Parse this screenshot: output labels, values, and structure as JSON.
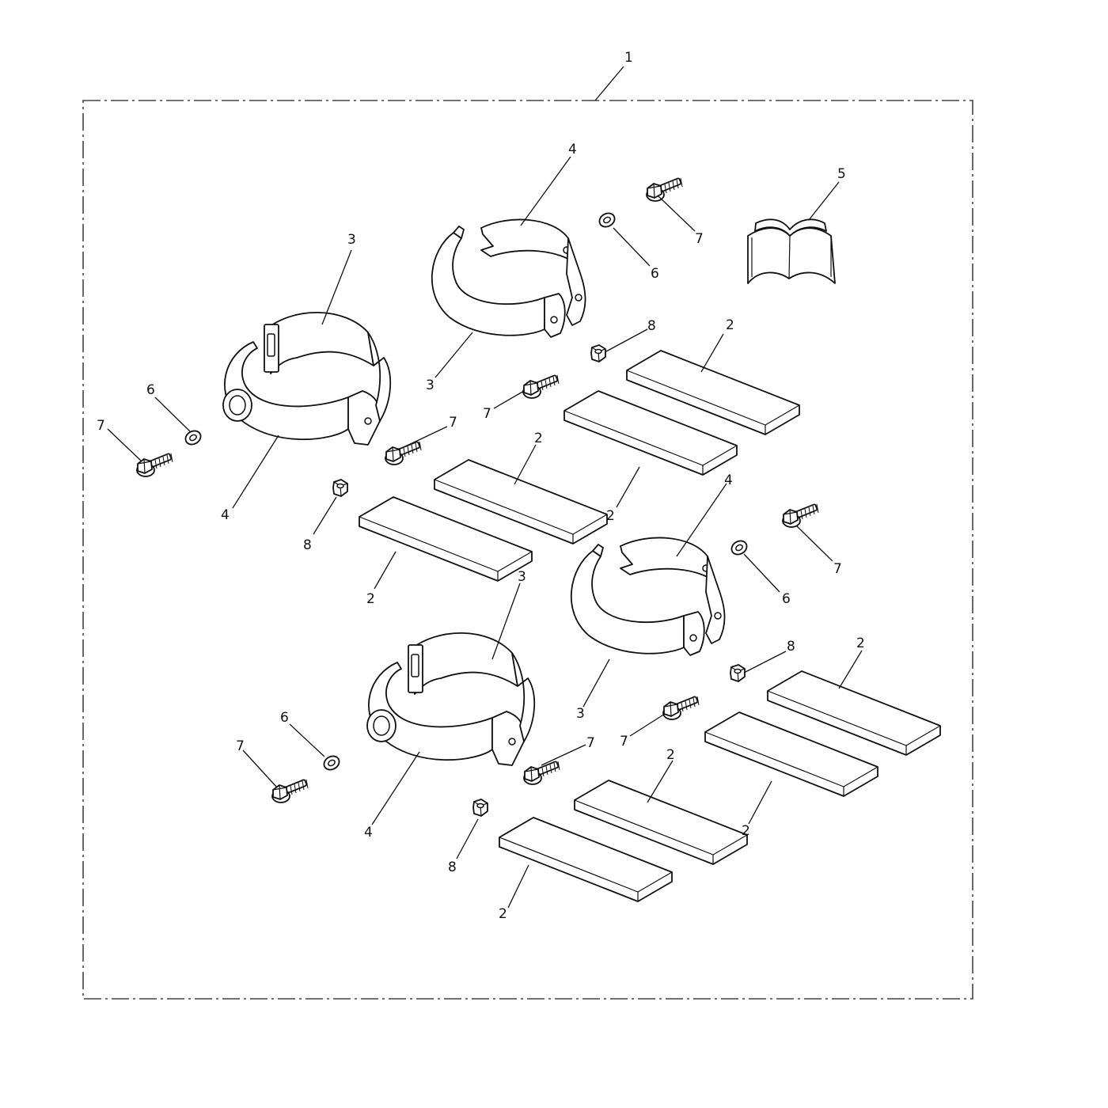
{
  "callouts": {
    "kit": "1",
    "pad": "2",
    "clamp_upper": "3",
    "clamp_lower": "4",
    "manual": "5",
    "washer": "6",
    "bolt": "7",
    "nut": "8"
  }
}
